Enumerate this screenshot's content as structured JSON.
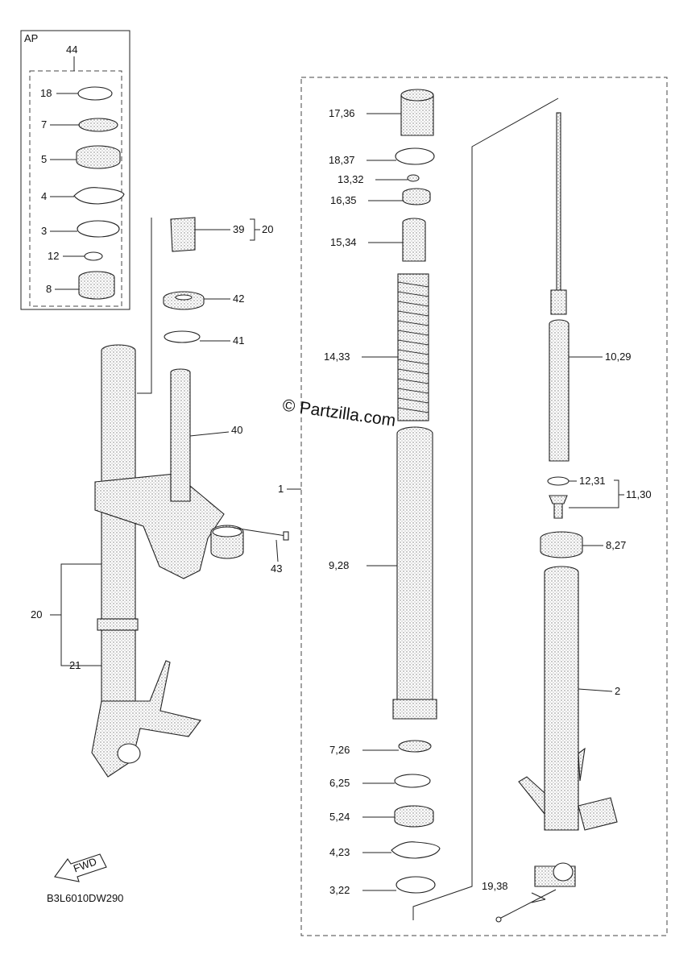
{
  "diagram": {
    "kit_label": "AP",
    "kit_number": "44",
    "diagram_code": "B3L6010DW290",
    "watermark": "© Partzilla.com",
    "fwd_label": "FWD",
    "kit_callouts": [
      "18",
      "7",
      "5",
      "4",
      "3",
      "12",
      "8"
    ],
    "left_callouts": {
      "c39": "39",
      "c39_group": "20",
      "c42": "42",
      "c41": "41",
      "c40": "40",
      "c43": "43",
      "c20": "20",
      "c21": "21"
    },
    "center_callouts": {
      "c17": "17,36",
      "c18": "18,37",
      "c13": "13,32",
      "c16": "16,35",
      "c15": "15,34",
      "c14": "14,33",
      "c1": "1",
      "c9": "9,28",
      "c7": "7,26",
      "c6": "6,25",
      "c5": "5,24",
      "c4": "4,23",
      "c3": "3,22"
    },
    "right_callouts": {
      "c10": "10,29",
      "c12": "12,31",
      "c11": "11,30",
      "c8": "8,27",
      "c2": "2",
      "c19": "19,38"
    }
  }
}
